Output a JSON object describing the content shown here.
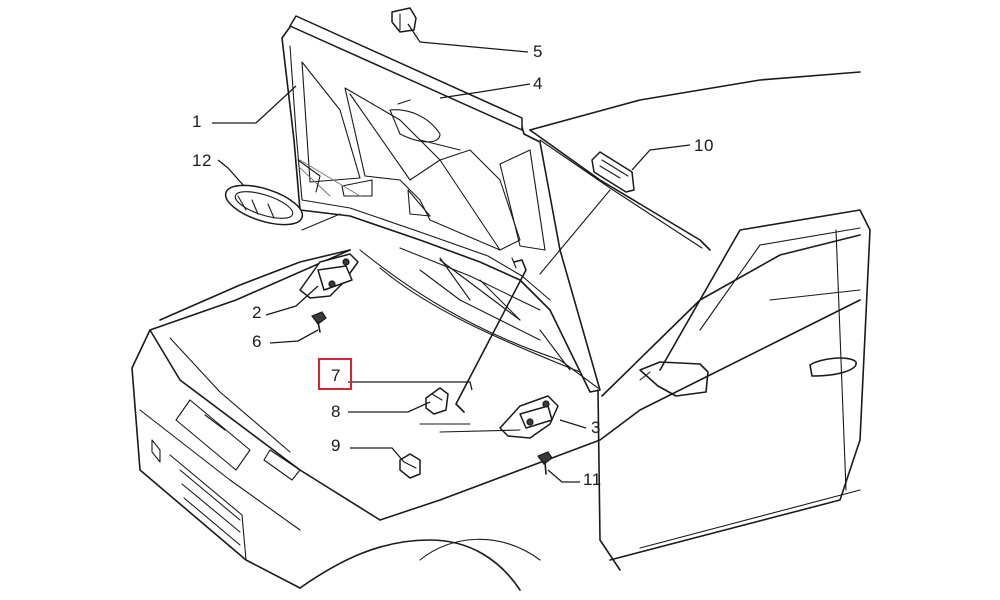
{
  "diagram": {
    "callouts": [
      {
        "id": "1",
        "label": "1"
      },
      {
        "id": "2",
        "label": "2"
      },
      {
        "id": "3",
        "label": "3"
      },
      {
        "id": "4",
        "label": "4"
      },
      {
        "id": "5",
        "label": "5"
      },
      {
        "id": "6",
        "label": "6"
      },
      {
        "id": "7",
        "label": "7"
      },
      {
        "id": "8",
        "label": "8"
      },
      {
        "id": "9",
        "label": "9"
      },
      {
        "id": "10",
        "label": "10"
      },
      {
        "id": "11",
        "label": "11"
      },
      {
        "id": "12",
        "label": "12"
      }
    ],
    "highlighted_callout": "7",
    "colors": {
      "line": "#1a1a1a",
      "highlight": "#d8232a",
      "background": "#ffffff"
    }
  }
}
